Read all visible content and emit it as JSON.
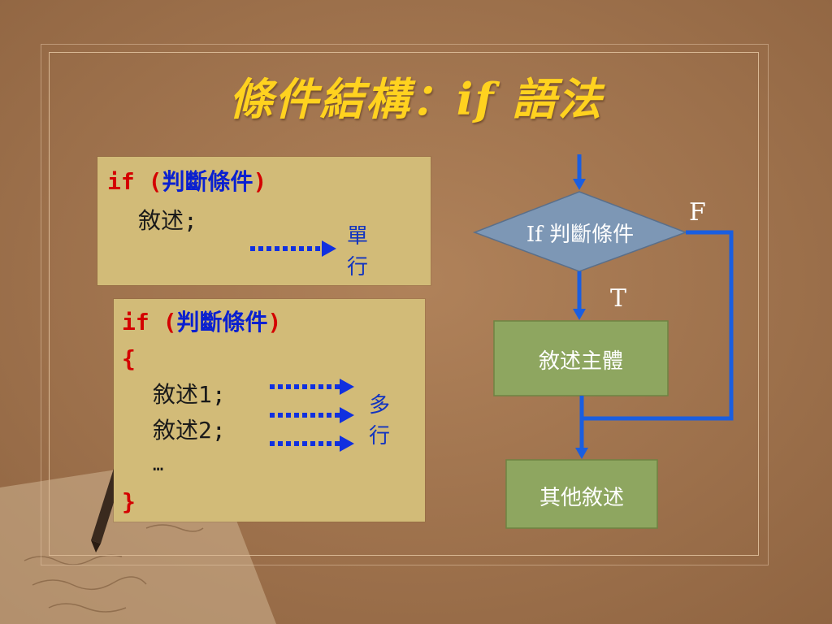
{
  "slide": {
    "title": "條件結構：if 語法"
  },
  "single_block": {
    "line1_kw": "if",
    "line1_open": " (",
    "line1_cond": "判斷條件",
    "line1_close": ")",
    "stmt": "敘述;",
    "note_char1": "單",
    "note_char2": "行"
  },
  "multi_block": {
    "line1_kw": "if",
    "line1_open": " (",
    "line1_cond": "判斷條件",
    "line1_close": ")",
    "brace_open": "{",
    "stmt1": "敘述1;",
    "stmt2": "敘述2;",
    "ellipsis": "…",
    "brace_close": "}",
    "note_char1": "多",
    "note_char2": "行"
  },
  "flowchart": {
    "decision": "If  判斷條件",
    "false_label": "F",
    "true_label": "T",
    "body": "敘述主體",
    "next": "其他敘述"
  },
  "colors": {
    "title": "#ffd21f",
    "keyword": "#d40000",
    "condition": "#0a20d0",
    "arrow": "#1a5ee0",
    "decision_fill": "#7d97b5",
    "box_fill": "#8ea660",
    "code_bg": "#d2bb78"
  }
}
